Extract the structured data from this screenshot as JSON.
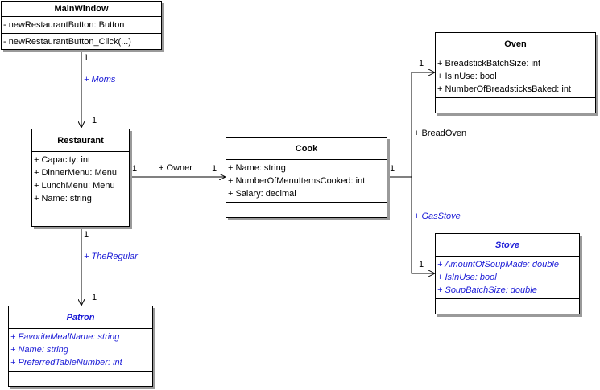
{
  "classes": {
    "main_window": {
      "name": "MainWindow",
      "attributes": [
        "- newRestaurantButton: Button"
      ],
      "operations": [
        "- newRestaurantButton_Click(...)"
      ]
    },
    "restaurant": {
      "name": "Restaurant",
      "attributes": [
        "+ Capacity: int",
        "+ DinnerMenu: Menu",
        "+ LunchMenu: Menu",
        "+ Name: string"
      ]
    },
    "cook": {
      "name": "Cook",
      "attributes": [
        "+ Name: string",
        "+ NumberOfMenuItemsCooked: int",
        "+ Salary: decimal"
      ]
    },
    "oven": {
      "name": "Oven",
      "attributes": [
        "+ BreadstickBatchSize: int",
        "+ IsInUse: bool",
        "+ NumberOfBreadsticksBaked: int"
      ]
    },
    "stove": {
      "name": "Stove",
      "attributes": [
        "+ AmountOfSoupMade: double",
        "+ IsInUse: bool",
        "+ SoupBatchSize: double"
      ]
    },
    "patron": {
      "name": "Patron",
      "attributes": [
        "+ FavoriteMealName: string",
        "+ Name: string",
        "+ PreferredTableNumber: int"
      ]
    }
  },
  "associations": {
    "moms": {
      "label": "+ Moms",
      "source_mult": "1",
      "target_mult": "1"
    },
    "owner": {
      "label": "+ Owner",
      "source_mult": "1",
      "target_mult": "1"
    },
    "the_regular": {
      "label": "+ TheRegular",
      "source_mult": "1",
      "target_mult": "1"
    },
    "bread_oven": {
      "label": "+ BreadOven",
      "source_mult": "1",
      "target_mult": "1"
    },
    "gas_stove": {
      "label": "+ GasStove",
      "target_mult": "1"
    }
  },
  "colors": {
    "abstract_text": "#1a1ad6",
    "shadow": "#9a9a9a"
  }
}
